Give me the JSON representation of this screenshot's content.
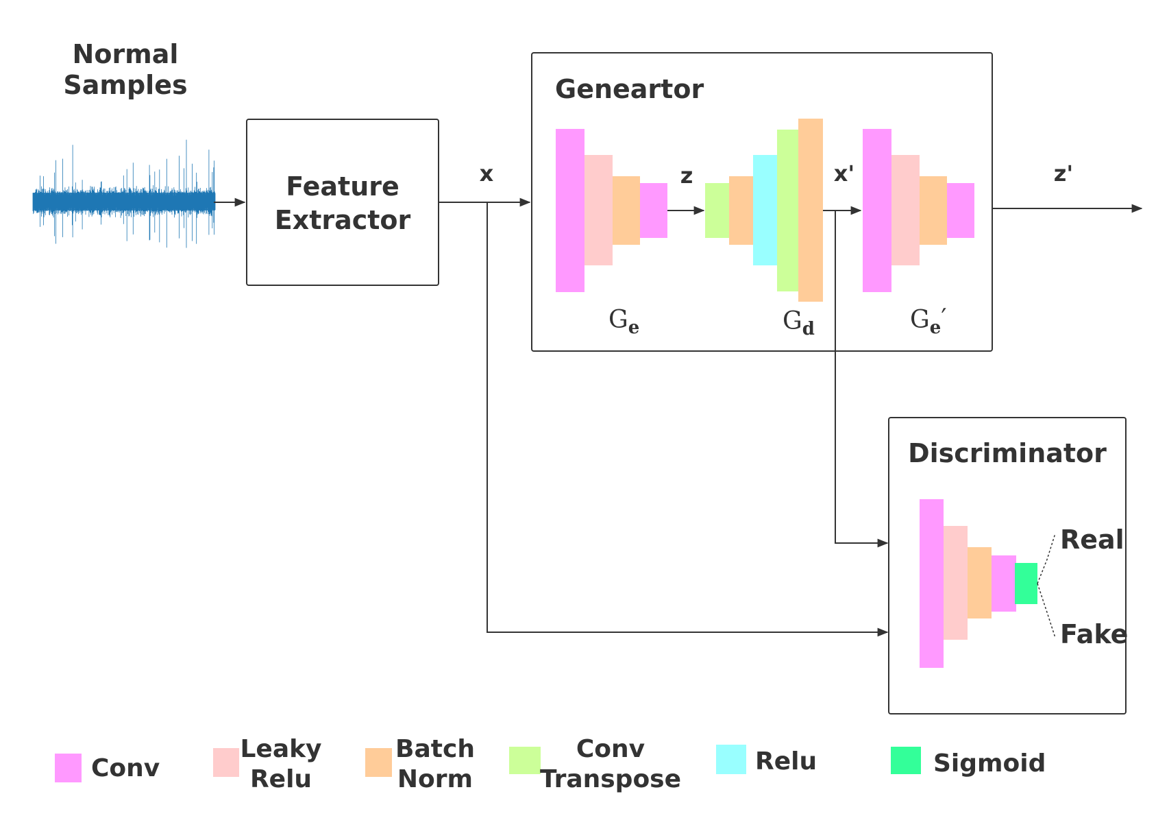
{
  "title": {
    "line1": "Normal",
    "line2": "Samples"
  },
  "feature_extractor": {
    "line1": "Feature",
    "line2": "Extractor"
  },
  "generator": {
    "title": "Geneartor",
    "ge_base": "G",
    "ge_sub": "e",
    "gd_base": "G",
    "gd_sub": "d",
    "ge2_base": "G",
    "ge2_sub": "e",
    "ge2_prime": "′"
  },
  "discriminator": {
    "title": "Discriminator",
    "real": "Real",
    "fake": "Fake"
  },
  "signals": {
    "x": "x",
    "z": "z",
    "x_prime": "x'",
    "z_prime": "z'"
  },
  "legend": [
    {
      "key": "conv",
      "lines": [
        "Conv"
      ],
      "color": "#FF99FF"
    },
    {
      "key": "leaky-relu",
      "lines": [
        "Leaky",
        "Relu"
      ],
      "color": "#FFCCCC"
    },
    {
      "key": "batch-norm",
      "lines": [
        "Batch",
        "Norm"
      ],
      "color": "#FFCC99"
    },
    {
      "key": "conv-transpose",
      "lines": [
        "Conv",
        "Transpose"
      ],
      "color": "#CCFF99"
    },
    {
      "key": "relu",
      "lines": [
        "Relu"
      ],
      "color": "#99FFFF"
    },
    {
      "key": "sigmoid",
      "lines": [
        "Sigmoid"
      ],
      "color": "#33FF99"
    }
  ],
  "colors": {
    "conv": "#FF99FF",
    "leaky_relu": "#FFCCCC",
    "batch_norm": "#FFCC99",
    "conv_transpose": "#CCFF99",
    "relu": "#99FFFF",
    "sigmoid": "#33FF99",
    "waveform": "#1f77b4",
    "line": "#333333"
  }
}
